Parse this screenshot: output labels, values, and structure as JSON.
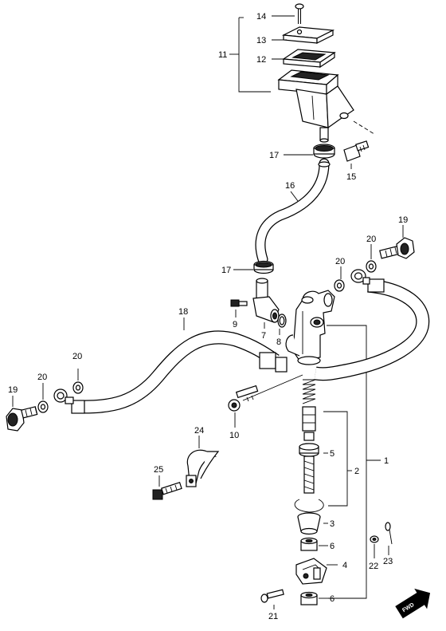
{
  "callouts": {
    "p1": "1",
    "p2": "2",
    "p3": "3",
    "p4": "4",
    "p5": "5",
    "p6a": "6",
    "p6b": "6",
    "p7": "7",
    "p8": "8",
    "p9": "9",
    "p10": "10",
    "p11": "11",
    "p12": "12",
    "p13": "13",
    "p14": "14",
    "p15": "15",
    "p16": "16",
    "p17a": "17",
    "p17b": "17",
    "p18": "18",
    "p19a": "19",
    "p19b": "19",
    "p20a": "20",
    "p20b": "20",
    "p20c": "20",
    "p20d": "20",
    "p21": "21",
    "p22": "22",
    "p23": "23",
    "p24": "24",
    "p25": "25"
  },
  "fwd_badge": "FWD"
}
